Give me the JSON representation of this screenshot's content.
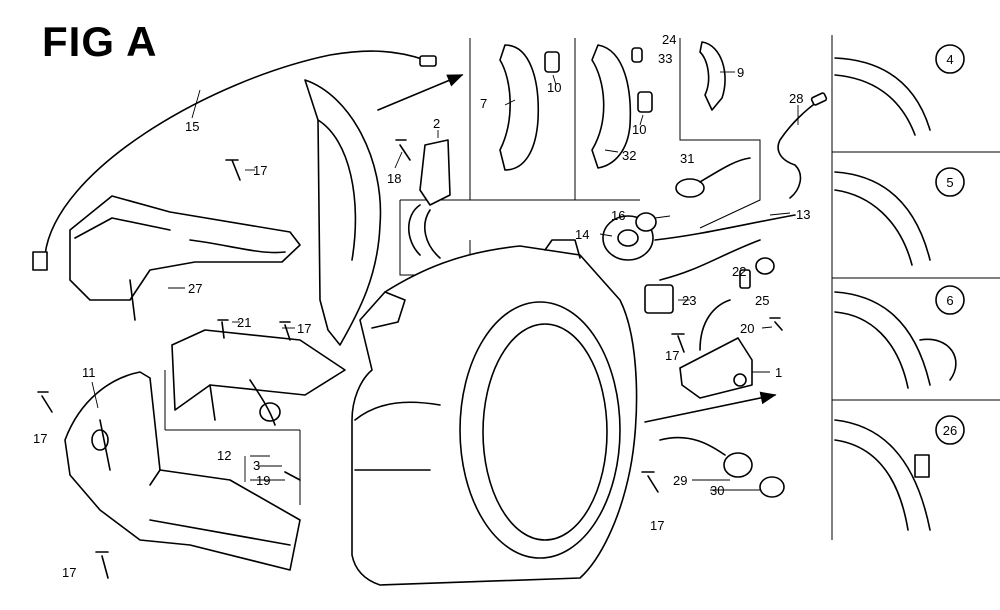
{
  "figure": {
    "title": "FIG A"
  },
  "callouts": [
    {
      "id": "15",
      "text": "15"
    },
    {
      "id": "17a",
      "text": "17"
    },
    {
      "id": "27",
      "text": "27"
    },
    {
      "id": "18",
      "text": "18"
    },
    {
      "id": "2",
      "text": "2"
    },
    {
      "id": "7",
      "text": "7"
    },
    {
      "id": "10a",
      "text": "10"
    },
    {
      "id": "24",
      "text": "24"
    },
    {
      "id": "33",
      "text": "33"
    },
    {
      "id": "9",
      "text": "9"
    },
    {
      "id": "10b",
      "text": "10"
    },
    {
      "id": "32",
      "text": "32"
    },
    {
      "id": "31",
      "text": "31"
    },
    {
      "id": "28",
      "text": "28"
    },
    {
      "id": "16",
      "text": "16"
    },
    {
      "id": "13",
      "text": "13"
    },
    {
      "id": "14",
      "text": "14"
    },
    {
      "id": "22",
      "text": "22"
    },
    {
      "id": "25",
      "text": "25"
    },
    {
      "id": "23",
      "text": "23"
    },
    {
      "id": "20",
      "text": "20"
    },
    {
      "id": "17b",
      "text": "17"
    },
    {
      "id": "1",
      "text": "1"
    },
    {
      "id": "21",
      "text": "21"
    },
    {
      "id": "17c",
      "text": "17"
    },
    {
      "id": "11",
      "text": "11"
    },
    {
      "id": "17d",
      "text": "17"
    },
    {
      "id": "12",
      "text": "12"
    },
    {
      "id": "3",
      "text": "3"
    },
    {
      "id": "19",
      "text": "19"
    },
    {
      "id": "17e",
      "text": "17"
    },
    {
      "id": "17f",
      "text": "17"
    },
    {
      "id": "29",
      "text": "29"
    },
    {
      "id": "30",
      "text": "30"
    }
  ],
  "detail_views": [
    {
      "id": "4",
      "text": "4"
    },
    {
      "id": "5",
      "text": "5"
    },
    {
      "id": "6",
      "text": "6"
    },
    {
      "id": "26",
      "text": "26"
    }
  ]
}
